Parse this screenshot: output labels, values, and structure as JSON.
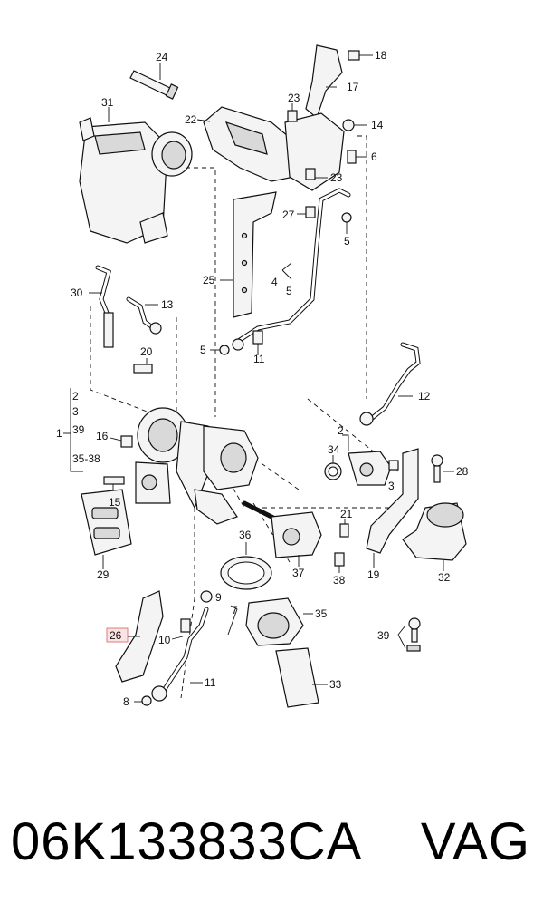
{
  "diagram": {
    "callouts": {
      "c1": "1",
      "c2a": "2",
      "c2b": "2",
      "c3a": "3",
      "c3b": "3",
      "c4": "4",
      "c5a": "5",
      "c5b": "5",
      "c5c": "5",
      "c6": "6",
      "c7": "7",
      "c8": "8",
      "c9": "9",
      "c10": "10",
      "c11a": "11",
      "c11b": "11",
      "c12": "12",
      "c13": "13",
      "c14": "14",
      "c15": "15",
      "c16": "16",
      "c17": "17",
      "c18": "18",
      "c19": "19",
      "c20": "20",
      "c21": "21",
      "c22": "22",
      "c23a": "23",
      "c23b": "23",
      "c24": "24",
      "c25": "25",
      "c26": "26",
      "c27": "27",
      "c28": "28",
      "c29": "29",
      "c30": "30",
      "c31": "31",
      "c32": "32",
      "c33": "33",
      "c34": "34",
      "c35": "35",
      "c36": "36",
      "c37": "37",
      "c38": "38",
      "c39a": "39",
      "c39b": "39",
      "c3538": "35-38"
    }
  },
  "footer": {
    "part_number": "06K133833CA",
    "brand": "VAG"
  }
}
